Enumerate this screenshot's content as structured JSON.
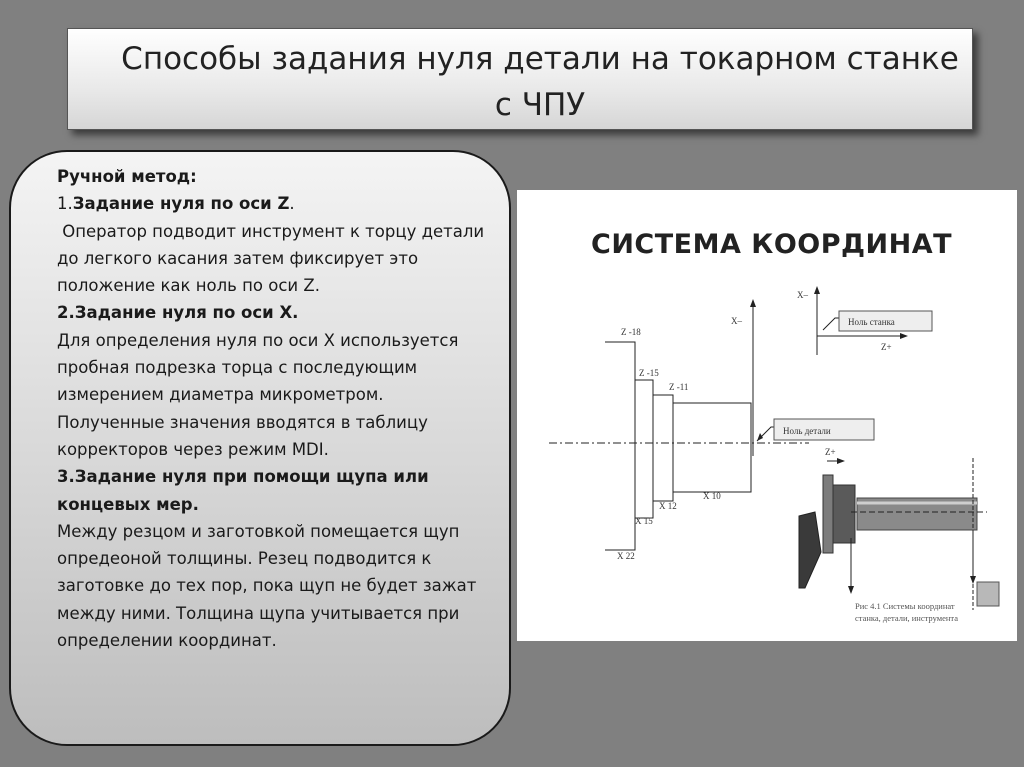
{
  "title": {
    "line1": "Способы задания нуля детали на токарном станке",
    "line2": "с ЧПУ"
  },
  "text": {
    "heading": "Ручной метод:",
    "s1_num": "1.",
    "s1_title": "Задание нуля по оси Z",
    "s1_dot": ".",
    "s1_body": " Оператор подводит инструмент к торцу детали до легкого касания затем фиксирует это положение как ноль по оси Z.",
    "s2_title": "2.Задание нуля по оси X.",
    "s2_body": "Для определения нуля по оси X используется пробная подрезка торца с последующим измерением диаметра микрометром. Полученные значения вводятся в таблицу корректоров через режим MDI.",
    "s3_title": "3.Задание нуля при помощи щупа или концевых мер.",
    "s3_body": "Между резцом и заготовкой помещается щуп опредеоной толщины. Резец подводится к заготовке до тех пор, пока щуп не будет зажат между ними. Толщина щупа учитывается при определении координат."
  },
  "figure": {
    "heading": "СИСТЕМА КООРДИНАТ",
    "labels": {
      "x_minus": "X–",
      "x_minus_small": "X–",
      "z_plus_small": "Z+",
      "z_plus": "Z+",
      "machine_zero": "Ноль станка",
      "part_zero": "Ноль детали",
      "z18": "Z -18",
      "z15": "Z -15",
      "z11": "Z -11",
      "x10": "X 10",
      "x12": "X 12",
      "x15": "X 15",
      "x22": "X 22"
    },
    "caption_line1": "Рис 4.1  Системы координат",
    "caption_line2": "станка, детали, инструмента"
  }
}
